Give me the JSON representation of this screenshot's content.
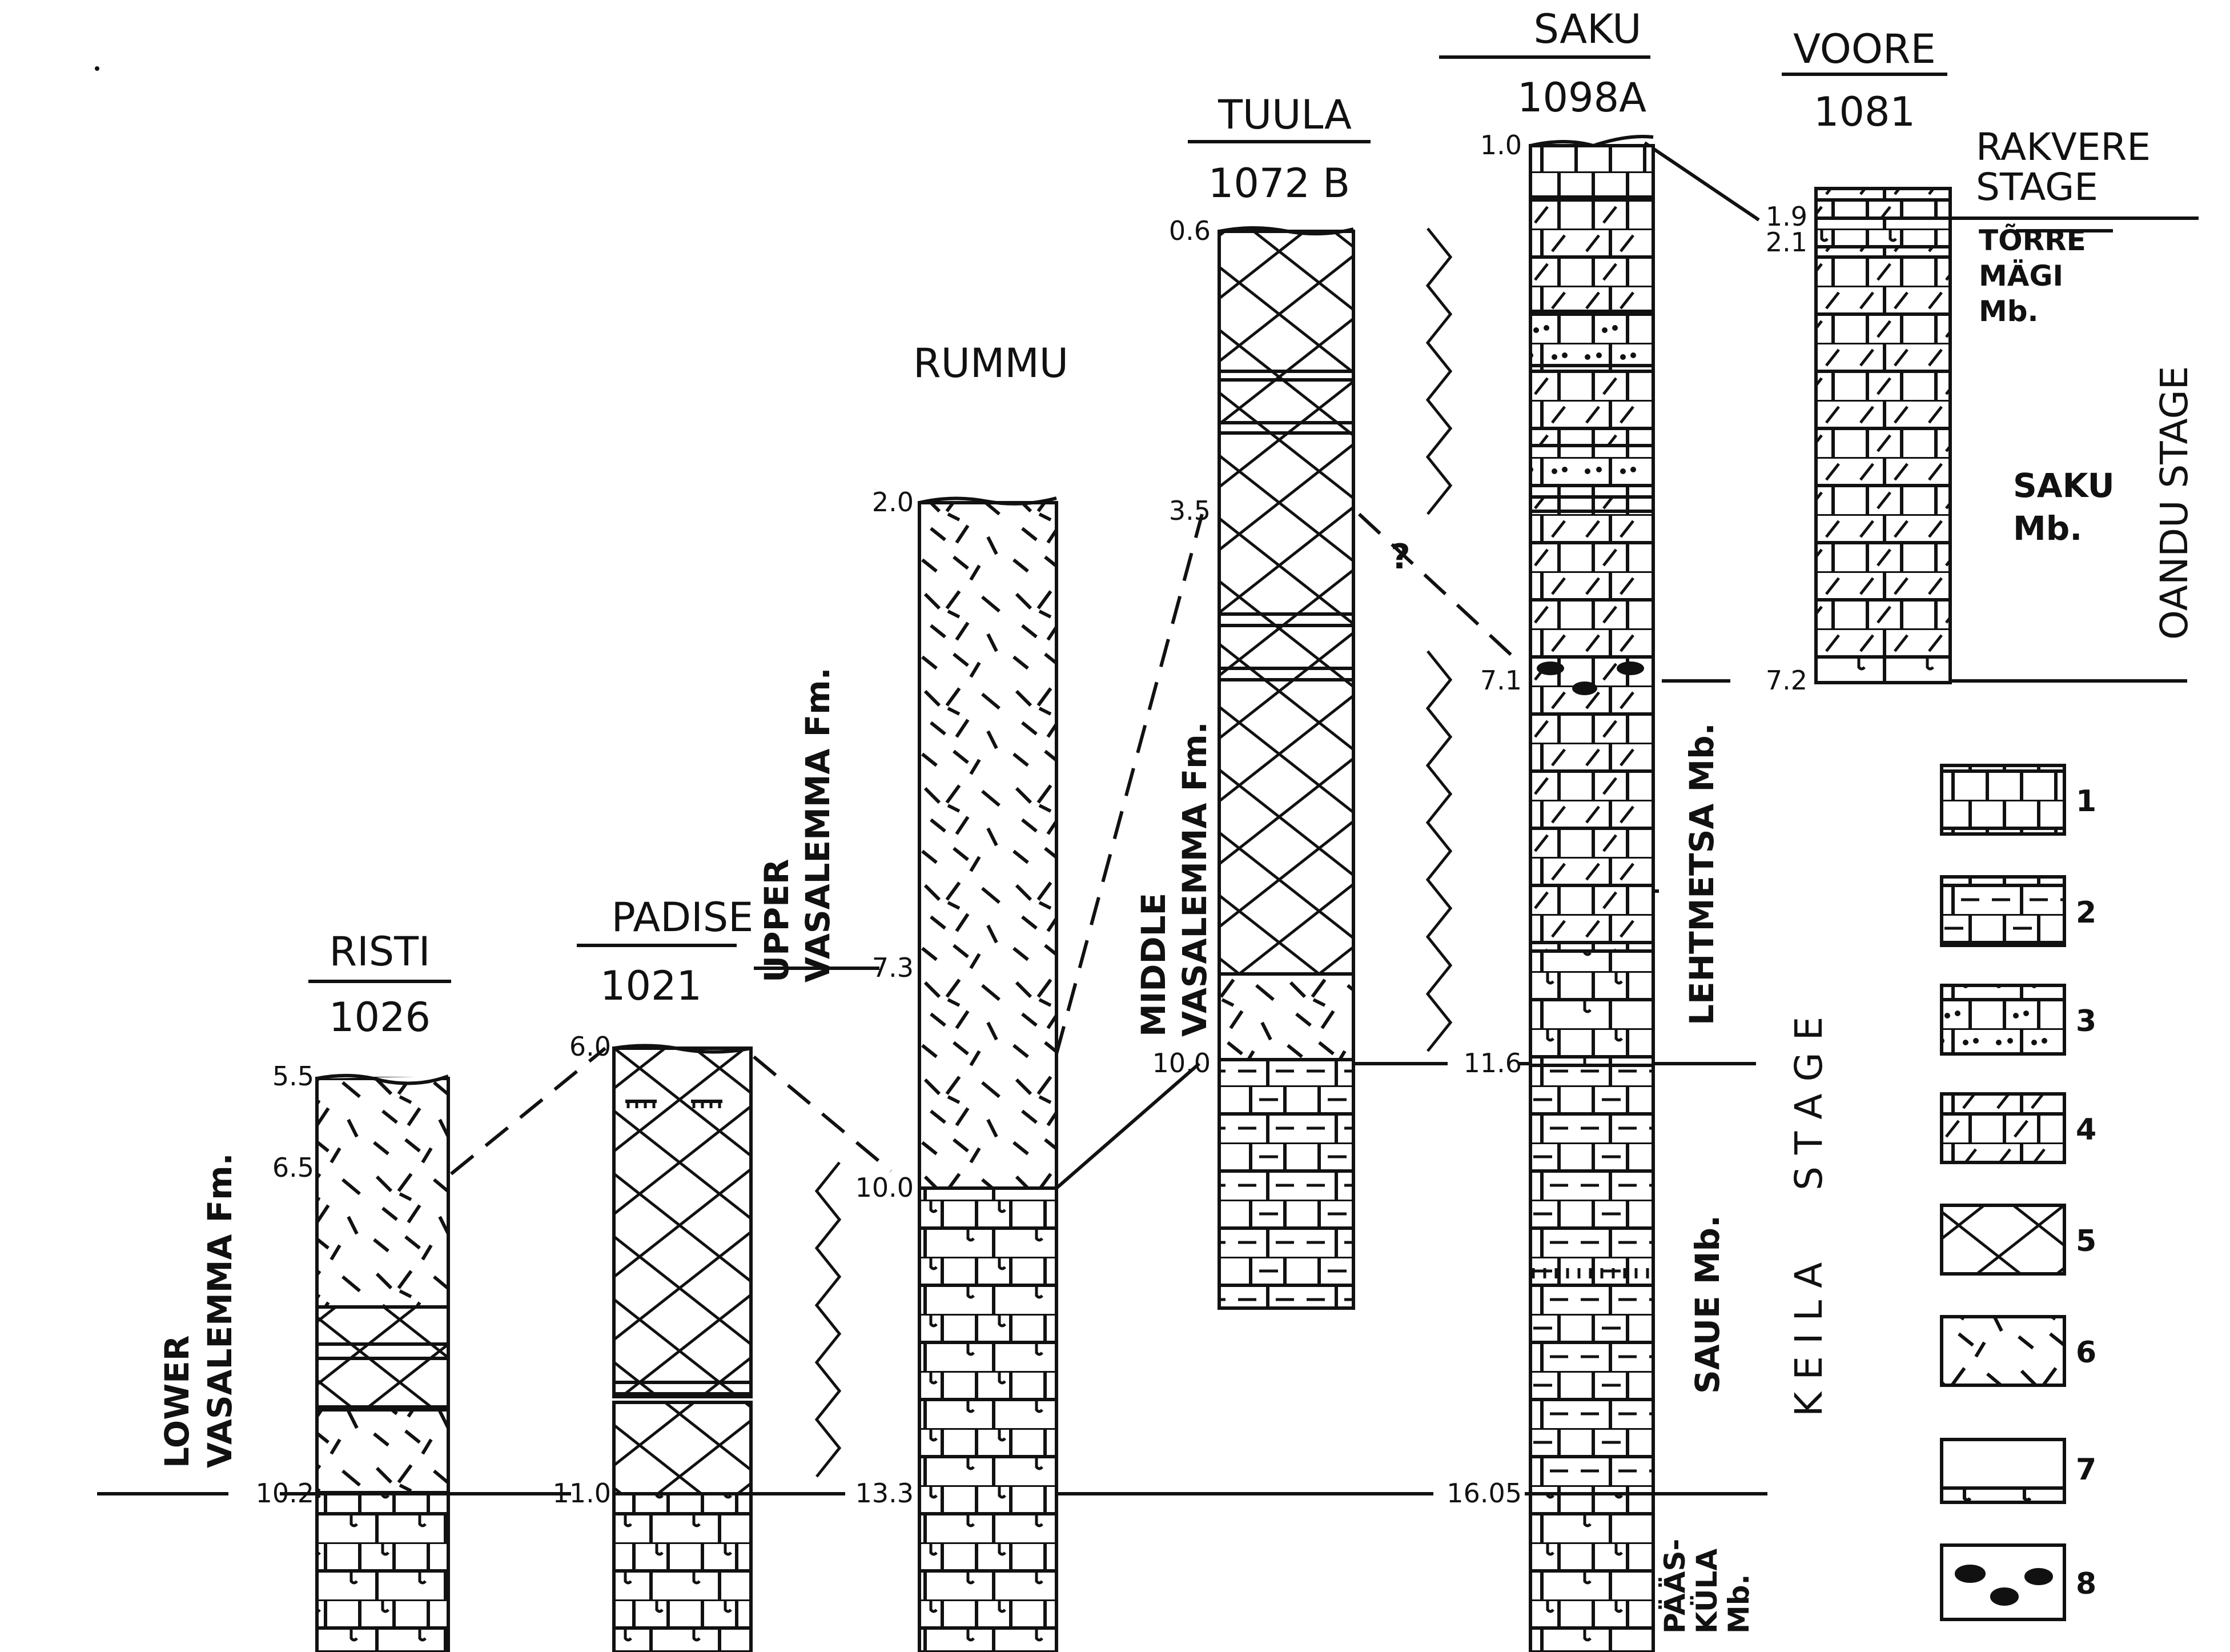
{
  "sections": [
    {
      "id": "risti",
      "name": "RISTI",
      "number": "1026",
      "depths": [
        "5.5",
        "6.5",
        "10.2"
      ]
    },
    {
      "id": "padise",
      "name": "PADISE",
      "number": "1021",
      "depths": [
        "6.0",
        "11.0"
      ]
    },
    {
      "id": "rummu",
      "name": "RUMMU",
      "number": "",
      "depths": [
        "2.0",
        "7.3",
        "10.0",
        "13.3"
      ]
    },
    {
      "id": "tuula",
      "name": "TUULA",
      "number": "1072 B",
      "depths": [
        "0.6",
        "3.5",
        "10.0"
      ]
    },
    {
      "id": "saku",
      "name": "SAKU",
      "number": "1098A",
      "depths": [
        "1.0",
        "7.1",
        "11.6",
        "16.05"
      ]
    },
    {
      "id": "voore",
      "name": "VOORE",
      "number": "1081",
      "depths": [
        "1.9",
        "2.1",
        "7.2"
      ]
    }
  ],
  "units": {
    "lower_vasalemma": [
      "LOWER",
      "VASALEMMA  Fm."
    ],
    "upper_vasalemma": [
      "UPPER",
      "VASALEMMA  Fm."
    ],
    "middle_vasalemma": [
      "MIDDLE",
      "VASALEMMA  Fm."
    ],
    "lehtmetsa": "LEHTMETSA Mb.",
    "saue": "SAUE  Mb.",
    "paaskula": [
      "PÄÄS-",
      "KÜLA",
      "Mb."
    ],
    "torremagi": [
      "TÕRRE",
      "MÄGI",
      "Mb."
    ],
    "saku_mb": [
      "SAKU",
      "Mb."
    ],
    "rakvere": [
      "RAKVERE",
      "STAGE"
    ],
    "oandu": "OANDU  STAGE",
    "keila": "K E I L A      S T A G E"
  },
  "question_mark": "?",
  "legend": [
    {
      "n": "1",
      "pattern": "limestone"
    },
    {
      "n": "2",
      "pattern": "argillaceous-limestone"
    },
    {
      "n": "3",
      "pattern": "silty-limestone"
    },
    {
      "n": "4",
      "pattern": "dolomitic-limestone"
    },
    {
      "n": "5",
      "pattern": "crosshatched-reef"
    },
    {
      "n": "6",
      "pattern": "dashed-reef"
    },
    {
      "n": "7",
      "pattern": "discontinuity-surface"
    },
    {
      "n": "8",
      "pattern": "nodules"
    }
  ]
}
